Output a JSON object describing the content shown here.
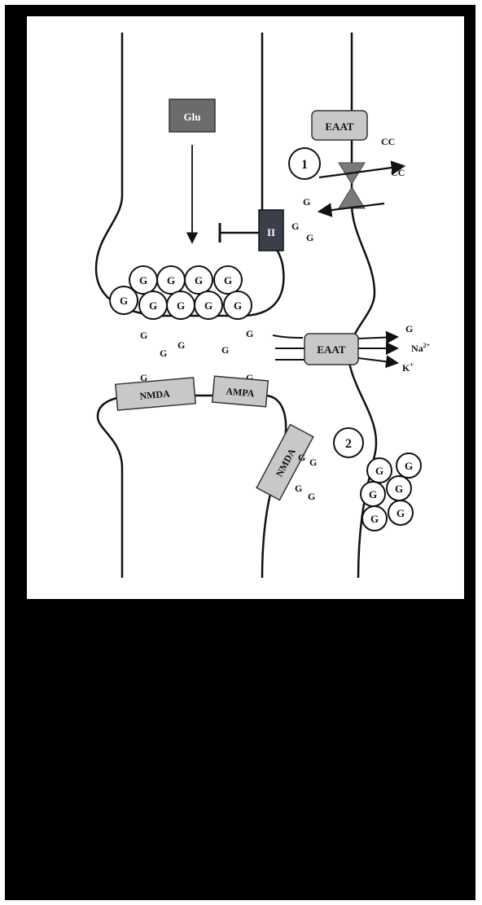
{
  "diagram": {
    "glu_label": "Glu",
    "eaat_top_label": "EAAT",
    "eaat_mid_label": "EAAT",
    "inhibitor_label": "II",
    "nmda_label": "NMDA",
    "ampa_label": "AMPA",
    "nmda_extra_label": "NMDA",
    "cc_label_1": "CC",
    "cc_label_2": "CC",
    "marker_1": "1",
    "marker_2": "2",
    "g": "G",
    "na_label": "Na",
    "na_sup": "2+",
    "k_label": "K",
    "k_sup": "+"
  },
  "colors": {
    "background": "#000000",
    "panel": "#ffffff",
    "glu_box": "#6b6b6b",
    "inhibitor_box": "#3a3f4a",
    "receptor_box": "#c8c8c8"
  }
}
